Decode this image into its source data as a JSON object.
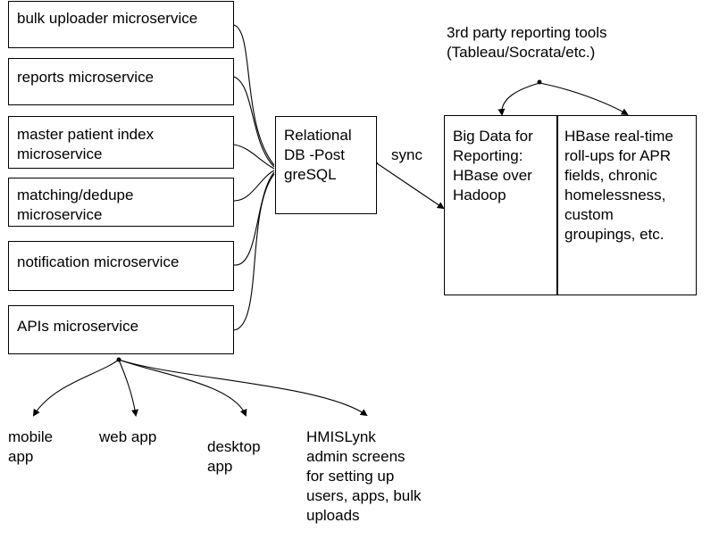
{
  "microservices": [
    {
      "id": "bulk",
      "label": "bulk uploader microservice"
    },
    {
      "id": "reports",
      "label": "reports microservice"
    },
    {
      "id": "mpi",
      "label": "master patient index\nmicroservice"
    },
    {
      "id": "matching",
      "label": "matching/dedupe\nmicroservice"
    },
    {
      "id": "notification",
      "label": "notification microservice"
    },
    {
      "id": "apis",
      "label": "APIs microservice"
    }
  ],
  "relational_db": {
    "label": "Relational\nDB -Post\ngreSQL"
  },
  "sync_label": "sync",
  "big_data": {
    "label": "Big Data for\nReporting:\nHBase over\nHadoop"
  },
  "hbase_rollups": {
    "label": "HBase real-time\nroll-ups for APR\nfields, chronic\nhomelessness,\ncustom\ngroupings, etc."
  },
  "reporting_tools": {
    "label": "3rd party reporting tools\n(Tableau/Socrata/etc.)"
  },
  "clients": [
    {
      "id": "mobile",
      "label": "mobile\napp"
    },
    {
      "id": "web",
      "label": "web app"
    },
    {
      "id": "desktop",
      "label": "desktop\napp"
    },
    {
      "id": "admin",
      "label": "HMISLynk\nadmin screens\nfor setting up\nusers, apps, bulk\nuploads"
    }
  ]
}
